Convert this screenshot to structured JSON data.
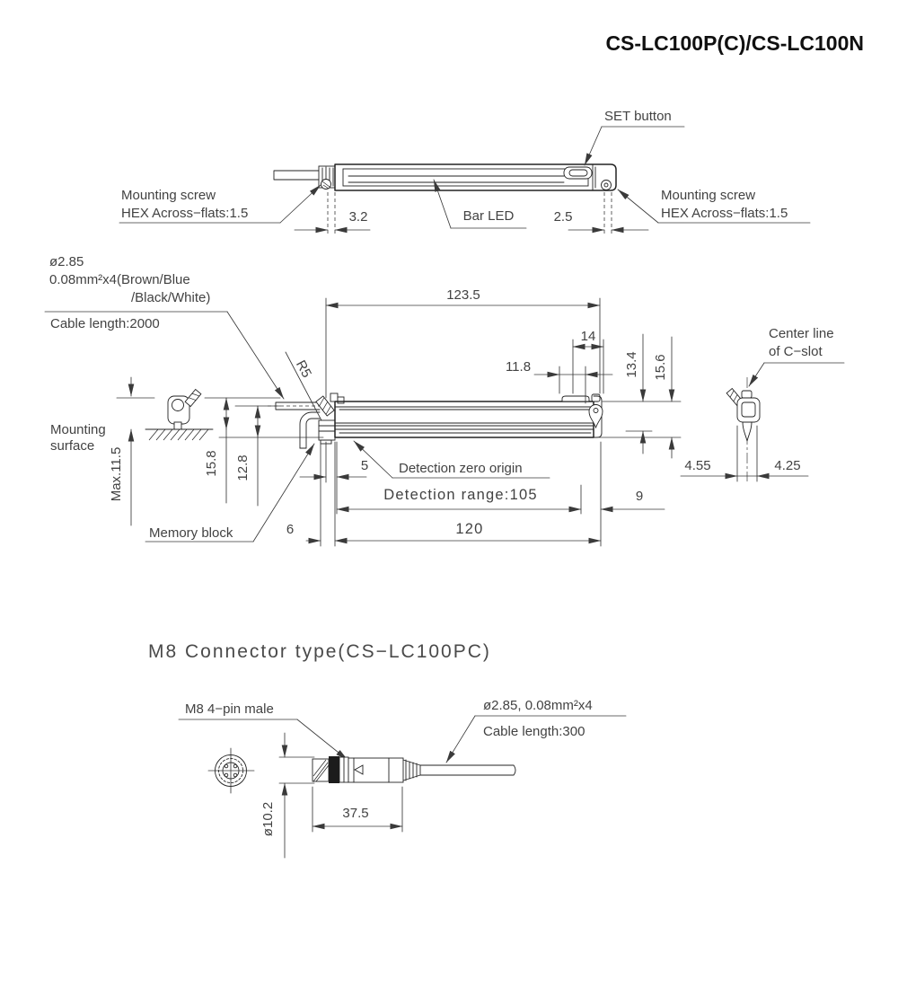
{
  "title": "CS-LC100P(C)/CS-LC100N",
  "colors": {
    "line": "#232323",
    "dim": "#3a3a3a",
    "text": "#424242"
  },
  "top_view": {
    "set_button": "SET button",
    "mounting_screw_left_1": "Mounting screw",
    "mounting_screw_left_2": "HEX Across−flats:1.5",
    "mounting_screw_right_1": "Mounting screw",
    "mounting_screw_right_2": "HEX Across−flats:1.5",
    "bar_led": "Bar LED",
    "dim_3_2": "3.2",
    "dim_2_5": "2.5"
  },
  "main_view": {
    "cable_note_1": "ø2.85",
    "cable_note_2": "0.08mm²x4(Brown/Blue",
    "cable_note_3": "/Black/White)",
    "cable_note_4": "Cable length:2000",
    "mounting_surface_1": "Mounting",
    "mounting_surface_2": "surface",
    "memory_block": "Memory block",
    "detection_zero_origin": "Detection zero origin",
    "detection_range": "Detection range:105",
    "center_line_1": "Center line",
    "center_line_2": "of C−slot",
    "dim_overall": "123.5",
    "dim_14": "14",
    "dim_11_8": "11.8",
    "dim_13_4": "13.4",
    "dim_15_6": "15.6",
    "dim_r5": "R5",
    "dim_max": "Max.11.5",
    "dim_15_8": "15.8",
    "dim_12_8": "12.8",
    "dim_5": "5",
    "dim_9": "9",
    "dim_120": "120",
    "dim_6": "6",
    "dim_4_55": "4.55",
    "dim_4_25": "4.25"
  },
  "connector_section": {
    "heading": "M8 Connector type(CS−LC100PC)",
    "m8_label": "M8 4−pin male",
    "cable_note_1": "ø2.85, 0.08mm²x4",
    "cable_note_2": "Cable length:300",
    "dim_diameter": "ø10.2",
    "dim_37_5": "37.5"
  }
}
